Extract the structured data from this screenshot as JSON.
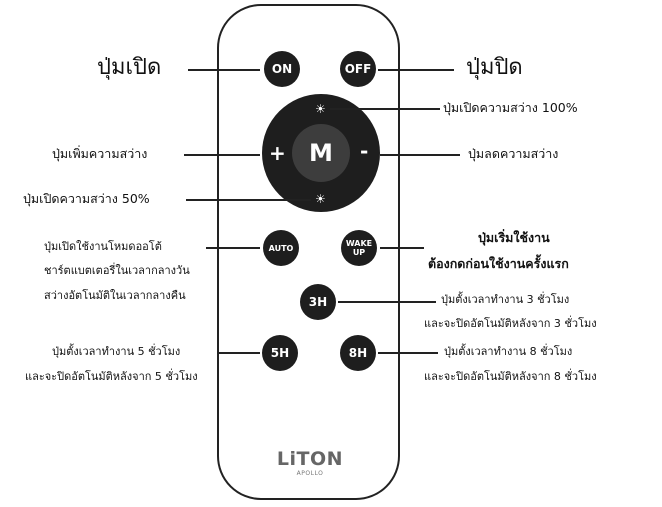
{
  "remote": {
    "on_label": "ON",
    "off_label": "OFF",
    "m_label": "M",
    "plus_label": "+",
    "minus_label": "-",
    "auto_label": "AUTO",
    "wake_label_1": "WAKE",
    "wake_label_2": "UP",
    "btn_3h": "3H",
    "btn_5h": "5H",
    "btn_8h": "8H",
    "brand": "LiTON",
    "brand_sub": "APOLLO"
  },
  "labels": {
    "on_text": "ปุ่มเปิด",
    "off_text": "ปุ่มปิด",
    "bright_100": "ปุ่มเปิดความสว่าง 100%",
    "increase": "ปุ่มเพิ่มความสว่าง",
    "decrease": "ปุ่มลดความสว่าง",
    "bright_50": "ปุ่มเปิดความสว่าง 50%",
    "auto_1": "ปุ่มเปิดใช้งานโหมดออโต้",
    "auto_2": "ชาร์ตแบตเตอรี่ในเวลากลางวัน",
    "auto_3": "สว่างอัตโนมัติในเวลากลางคืน",
    "wake_1": "ปุ่มเริ่มใช้งาน",
    "wake_2": "ต้องกดก่อนใช้งานครั้งแรก",
    "t3_1": "ปุ่มตั้งเวลาทำงาน 3 ชั่วโมง",
    "t3_2": "และจะปิดอัตโนมัติหลังจาก 3 ชั่วโมง",
    "t5_1": "ปุ่มตั้งเวลาทำงาน 5 ชั่วโมง",
    "t5_2": "และจะปิดอัตโนมัติหลังจาก 5 ชั่วโมง",
    "t8_1": "ปุ่มตั้งเวลาทำงาน 8 ชั่วโมง",
    "t8_2": "และจะปิดอัตโนมัติหลังจาก 8 ชั่วโมง"
  },
  "colors": {
    "button": "#1e1e1e",
    "center": "#3d3d3d",
    "outline": "#222222"
  },
  "icons": {
    "sun": "sun-icon"
  }
}
